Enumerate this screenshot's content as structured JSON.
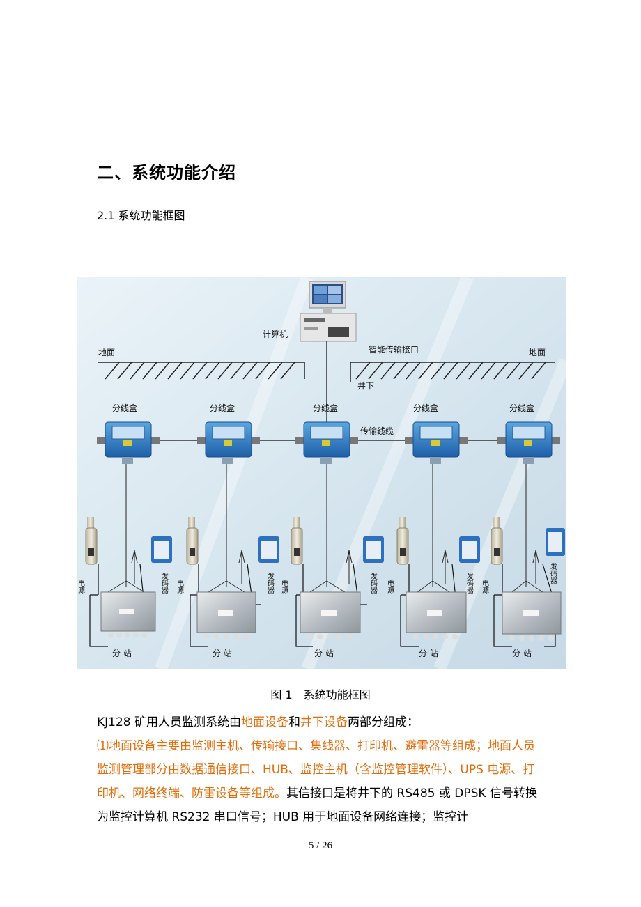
{
  "section_title": "二、系统功能介绍",
  "subsection_title": "2.1 系统功能框图",
  "figure": {
    "computer_label": "计算机",
    "surface_left": "地面",
    "surface_right": "地面",
    "interface_label": "智能传输接口",
    "underground_label": "井下",
    "cable_label": "传输线缆",
    "junction_box_label": "分线盒",
    "power_label": "电源",
    "transmitter_label": "发码器",
    "substation_label": "分 站"
  },
  "caption": "图 1　系统功能框图",
  "paragraph1": {
    "t1": "KJ128 矿用人员监测系统由",
    "h1": "地面设备",
    "t2": "和",
    "h2": "井下设备",
    "t3": "两部分组成："
  },
  "paragraph2": {
    "orange": "⑴地面设备主要由监测主机、传输接口、集线器、打印机、避雷器等组成；地面人员监测管理部分由数据通信接口、HUB、监控主机（含监控管理软件）、UPS 电源、打印机、网络终端、防雷设备等组成。",
    "black": "其信接口是将井下的 RS485 或 DPSK 信号转换为监控计算机 RS232 串口信号；HUB 用于地面设备网络连接；监控计"
  },
  "page_number": "5 / 26"
}
